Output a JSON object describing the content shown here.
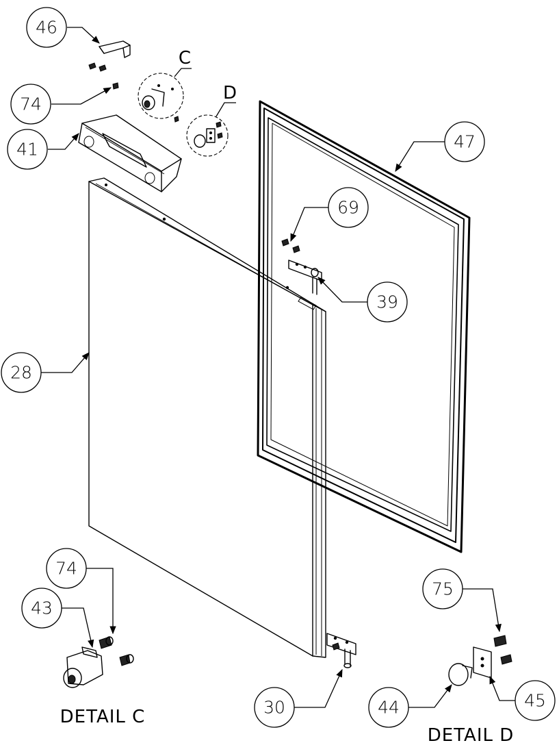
{
  "callouts": {
    "c46": "46",
    "c74a": "74",
    "c41": "41",
    "c47": "47",
    "c69": "69",
    "c39": "39",
    "c28": "28",
    "c74b": "74",
    "c43": "43",
    "c75": "75",
    "c30": "30",
    "c44": "44",
    "c45": "45"
  },
  "detail_markers": {
    "c": "C",
    "d": "D"
  },
  "captions": {
    "detail_c": "DETAIL C",
    "detail_d": "DETAIL D"
  }
}
